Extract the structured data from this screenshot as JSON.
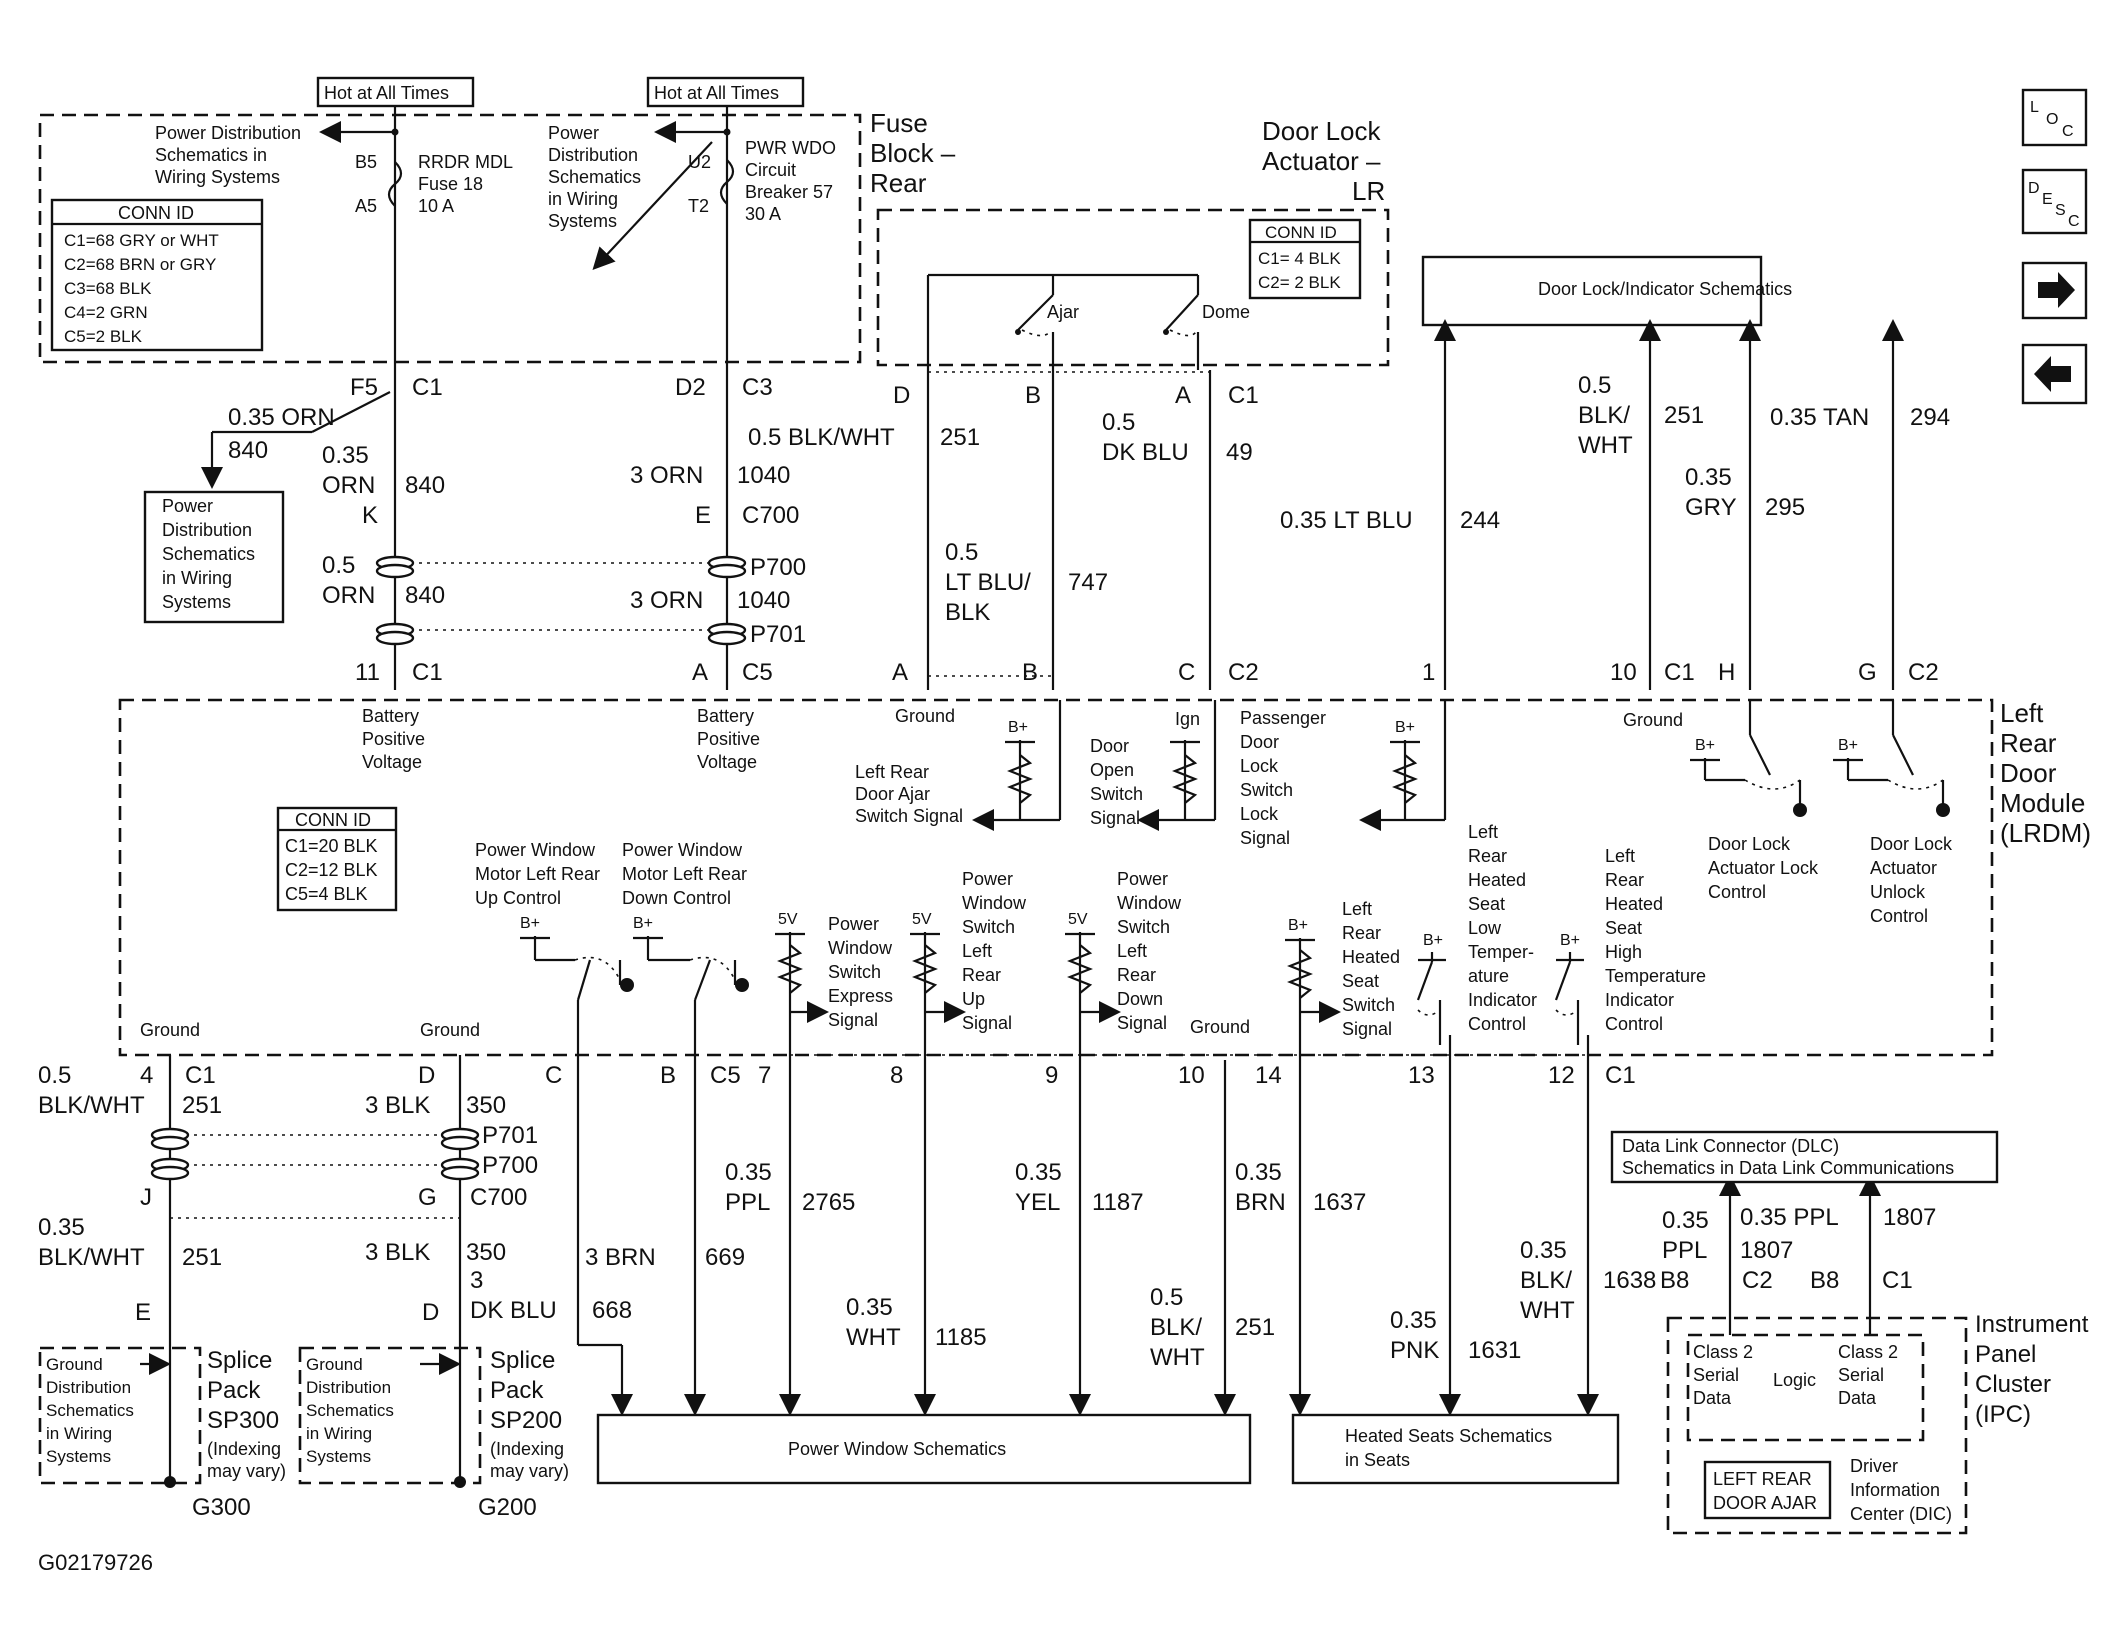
{
  "nav_buttons": [
    {
      "name": "loc-button",
      "label": "LOC"
    },
    {
      "name": "desc-button",
      "label": "DESC"
    },
    {
      "name": "next-button",
      "label": "→"
    },
    {
      "name": "back-button",
      "label": "←"
    }
  ],
  "hot_labels": [
    "Hot at All Times",
    "Hot at All Times"
  ],
  "fuse_block": {
    "title_l1": "Fuse",
    "title_l2": "Block –",
    "title_l3": "Rear",
    "pd1": [
      "Power Distribution",
      "Schematics in",
      "Wiring Systems"
    ],
    "fuse": {
      "pin_top": "B5",
      "pin_bot": "A5",
      "l1": "RRDR MDL",
      "l2": "Fuse 18",
      "l3": "10 A"
    },
    "pd2": [
      "Power",
      "Distribution",
      "Schematics",
      "in Wiring",
      "Systems"
    ],
    "breaker": {
      "pin_top": "U2",
      "pin_bot": "T2",
      "l1": "PWR WDO",
      "l2": "Circuit",
      "l3": "Breaker 57",
      "l4": "30 A"
    },
    "conn_title": "CONN ID",
    "conn": [
      "C1=68 GRY or WHT",
      "C2=68 BRN or GRY",
      "C3=68 BLK",
      "C4=2 GRN",
      "C5=2 BLK"
    ]
  },
  "actuator": {
    "title_l1": "Door Lock",
    "title_l2": "Actuator –",
    "title_l3": "LR",
    "conn_title": "CONN ID",
    "conn": [
      "C1= 4 BLK",
      "C2= 2 BLK"
    ],
    "ajar": "Ajar",
    "dome": "Dome"
  },
  "dlis_box": "Door Lock/Indicator Schematics",
  "upper_labels": {
    "f5": "F5",
    "c1a": "C1",
    "d2": "D2",
    "c3": "C3",
    "d": "D",
    "b": "B",
    "a": "A",
    "c1b": "C1",
    "orn035": "0.35 ORN",
    "n840a": "840",
    "orn035b_1": "0.35",
    "orn035b_2": "ORN",
    "n840b": "840",
    "k": "K",
    "orn3": "3 ORN",
    "n1040a": "1040",
    "e": "E",
    "c700": "C700",
    "orn05_1": "0.5",
    "orn05_2": "ORN",
    "n840c": "840",
    "p700": "P700",
    "orn3b": "3 ORN",
    "n1040b": "1040",
    "p701": "P701",
    "n11": "11",
    "c1c": "C1",
    "a2": "A",
    "c5": "C5",
    "bw05": "0.5 BLK/WHT",
    "n251a": "251",
    "lb05_1": "0.5",
    "lb05_2": "LT BLU/",
    "lb05_3": "BLK",
    "n747": "747",
    "db05_1": "0.5",
    "db05_2": "DK BLU",
    "n49": "49",
    "a3": "A",
    "b3": "B",
    "c3b": "C",
    "c2": "C2",
    "lb035": "0.35 LT BLU",
    "n244": "244",
    "bw05b_1": "0.5",
    "bw05b_2": "BLK/",
    "bw05b_3": "WHT",
    "n251b": "251",
    "gry_1": "0.35",
    "gry_2": "GRY",
    "n295": "295",
    "tan": "0.35 TAN",
    "n294": "294",
    "n1": "1",
    "n10": "10",
    "c1d": "C1",
    "h": "H",
    "g": "G",
    "c2b": "C2"
  },
  "pd_box_mid": [
    "Power",
    "Distribution",
    "Schematics",
    "in Wiring",
    "Systems"
  ],
  "lrdm": {
    "title": [
      "Left",
      "Rear",
      "Door",
      "Module",
      "(LRDM)"
    ],
    "conn_title": "CONN ID",
    "conn": [
      "C1=20 BLK",
      "C2=12 BLK",
      "C5=4 BLK"
    ],
    "bpv1": [
      "Battery",
      "Positive",
      "Voltage"
    ],
    "bpv2": [
      "Battery",
      "Positive",
      "Voltage"
    ],
    "ground_top": "Ground",
    "ajar_sig": [
      "Left Rear",
      "Door Ajar",
      "Switch Signal"
    ],
    "door_open": [
      "Door",
      "Open",
      "Switch",
      "Signal"
    ],
    "ign": "Ign",
    "pass_lock": [
      "Passenger",
      "Door",
      "Lock",
      "Switch",
      "Lock",
      "Signal"
    ],
    "ground_top2": "Ground",
    "lock_ctrl": [
      "Door Lock",
      "Actuator Lock",
      "Control"
    ],
    "unlock_ctrl": [
      "Door Lock",
      "Actuator",
      "Unlock",
      "Control"
    ],
    "pw_up": [
      "Power Window",
      "Motor Left Rear",
      "Up Control"
    ],
    "pw_down": [
      "Power Window",
      "Motor Left Rear",
      "Down Control"
    ],
    "pw_express": [
      "Power",
      "Window",
      "Switch",
      "Express",
      "Signal"
    ],
    "pw_lr_up": [
      "Power",
      "Window",
      "Switch",
      "Left",
      "Rear",
      "Up",
      "Signal"
    ],
    "pw_lr_down": [
      "Power",
      "Window",
      "Switch",
      "Left",
      "Rear",
      "Down",
      "Signal"
    ],
    "hs_switch": [
      "Left",
      "Rear",
      "Heated",
      "Seat",
      "Switch",
      "Signal"
    ],
    "hs_low": [
      "Left",
      "Rear",
      "Heated",
      "Seat",
      "Low",
      "Temper-",
      "ature",
      "Indicator",
      "Control"
    ],
    "hs_high": [
      "Left",
      "Rear",
      "Heated",
      "Seat",
      "High",
      "Temperature",
      "Indicator",
      "Control"
    ],
    "ground1": "Ground",
    "ground2": "Ground",
    "ground3": "Ground",
    "bplus": "B+",
    "v5": "5V"
  },
  "lower_labels": {
    "bw05_1": "0.5",
    "bw05_2": "BLK/WHT",
    "n4": "4",
    "c1": "C1",
    "n251": "251",
    "d": "D",
    "blk3": "3 BLK",
    "n350": "350",
    "p701": "P701",
    "p700": "P700",
    "j": "J",
    "g": "G",
    "c700": "C700",
    "bw035_1": "0.35",
    "bw035_2": "BLK/WHT",
    "n251b": "251",
    "blk3b": "3 BLK",
    "n350b": "350",
    "db3_1": "3",
    "db3_2": "DK BLU",
    "n668": "668",
    "e": "E",
    "d2": "D",
    "c": "C",
    "b": "B",
    "c5": "C5",
    "n7": "7",
    "n8": "8",
    "n9": "9",
    "n10": "10",
    "n14": "14",
    "n13": "13",
    "n12": "12",
    "c1b": "C1",
    "brn3": "3 BRN",
    "n669": "669",
    "ppl_1": "0.35",
    "ppl_2": "PPL",
    "n2765": "2765",
    "wht_1": "0.35",
    "wht_2": "WHT",
    "n1185": "1185",
    "yel_1": "0.35",
    "yel_2": "YEL",
    "n1187": "1187",
    "bw05c_1": "0.5",
    "bw05c_2": "BLK/",
    "bw05c_3": "WHT",
    "n251c": "251",
    "brn_1": "0.35",
    "brn_2": "BRN",
    "n1637": "1637",
    "pnk_1": "0.35",
    "pnk_2": "PNK",
    "n1631": "1631",
    "bw035c_1": "0.35",
    "bw035c_2": "BLK/",
    "bw035c_3": "WHT",
    "n1638": "1638",
    "ppl2_1": "0.35",
    "ppl2_2": "PPL",
    "n1807a": "1807",
    "ppl3": "0.35 PPL",
    "n1807b": "1807",
    "b8a": "B8",
    "c2": "C2",
    "b8b": "B8",
    "c1c": "C1"
  },
  "splice1": {
    "gd": [
      "Ground",
      "Distribution",
      "Schematics",
      "in Wiring",
      "Systems"
    ],
    "title": [
      "Splice",
      "Pack",
      "SP300"
    ],
    "note": [
      "(Indexing",
      "may vary)"
    ],
    "gnd": "G300"
  },
  "splice2": {
    "gd": [
      "Ground",
      "Distribution",
      "Schematics",
      "in Wiring",
      "Systems"
    ],
    "title": [
      "Splice",
      "Pack",
      "SP200"
    ],
    "note": [
      "(Indexing",
      "may vary)"
    ],
    "gnd": "G200"
  },
  "pw_sch": "Power Window Schematics",
  "hs_sch": [
    "Heated Seats Schematics",
    "in Seats"
  ],
  "dlc": [
    "Data Link Connector (DLC)",
    "Schematics in Data Link Communications"
  ],
  "ipc": {
    "title": [
      "Instrument",
      "Panel",
      "Cluster",
      "(IPC)"
    ],
    "c2s1": [
      "Class 2",
      "Serial",
      "Data"
    ],
    "logic": "Logic",
    "c2s2": [
      "Class 2",
      "Serial",
      "Data"
    ],
    "warn": [
      "LEFT REAR",
      "DOOR AJAR"
    ],
    "dic": [
      "Driver",
      "Information",
      "Center (DIC)"
    ]
  },
  "figure_id": "G02179726"
}
